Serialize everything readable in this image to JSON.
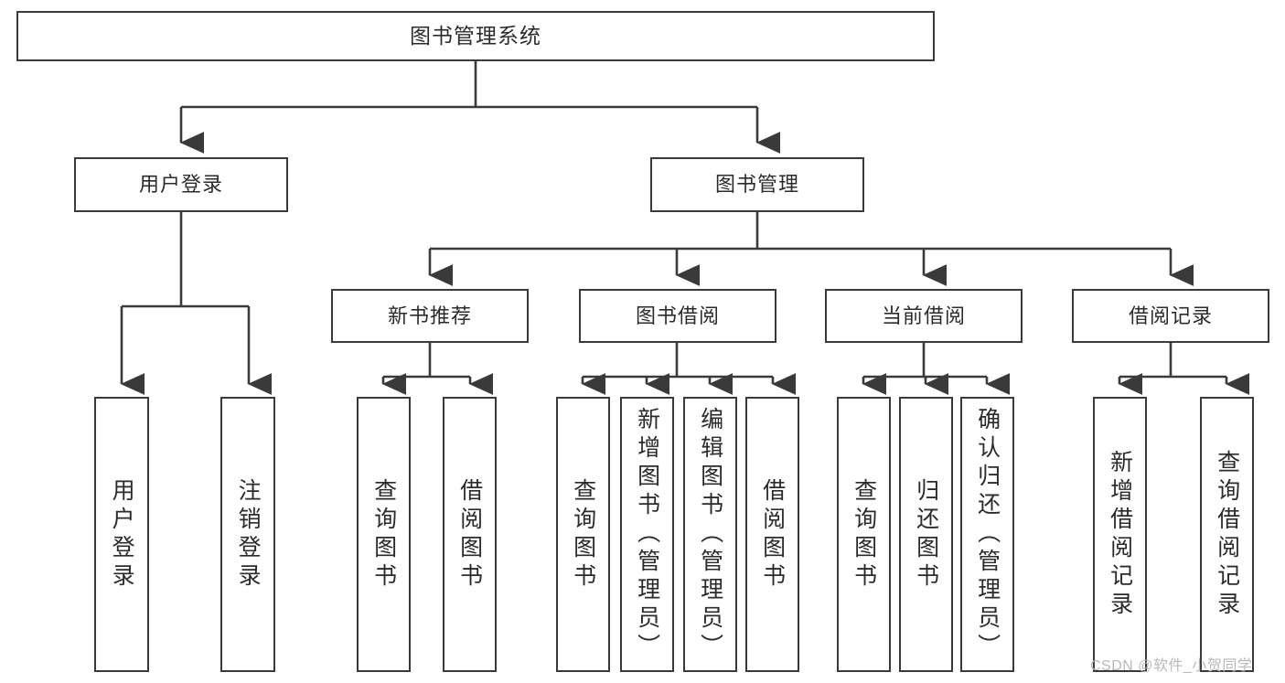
{
  "diagram": {
    "title": "图书管理系统",
    "colors": {
      "stroke": "#3a3a3a",
      "box_fill": "#ffffff",
      "text": "#2b2b2b",
      "background": "#ffffff",
      "watermark": "#b9b9b9"
    },
    "root": {
      "label": "图书管理系统"
    },
    "level2": [
      {
        "label": "用户登录"
      },
      {
        "label": "图书管理"
      }
    ],
    "level3": [
      {
        "label": "新书推荐"
      },
      {
        "label": "图书借阅"
      },
      {
        "label": "当前借阅"
      },
      {
        "label": "借阅记录"
      }
    ],
    "leaves": [
      {
        "label": "用户登录",
        "parent": "用户登录"
      },
      {
        "label": "注销登录",
        "parent": "用户登录"
      },
      {
        "label": "查询图书",
        "parent": "新书推荐"
      },
      {
        "label": "借阅图书",
        "parent": "新书推荐"
      },
      {
        "label": "查询图书",
        "parent": "图书借阅"
      },
      {
        "label": "新增图书（管理员）",
        "parent": "图书借阅"
      },
      {
        "label": "编辑图书（管理员）",
        "parent": "图书借阅"
      },
      {
        "label": "借阅图书",
        "parent": "图书借阅"
      },
      {
        "label": "查询图书",
        "parent": "当前借阅"
      },
      {
        "label": "归还图书",
        "parent": "当前借阅"
      },
      {
        "label": "确认归还（管理员）",
        "parent": "当前借阅"
      },
      {
        "label": "新增借阅记录",
        "parent": "借阅记录"
      },
      {
        "label": "查询借阅记录",
        "parent": "借阅记录"
      }
    ],
    "watermark": "CSDN @软件_小贺同学"
  }
}
